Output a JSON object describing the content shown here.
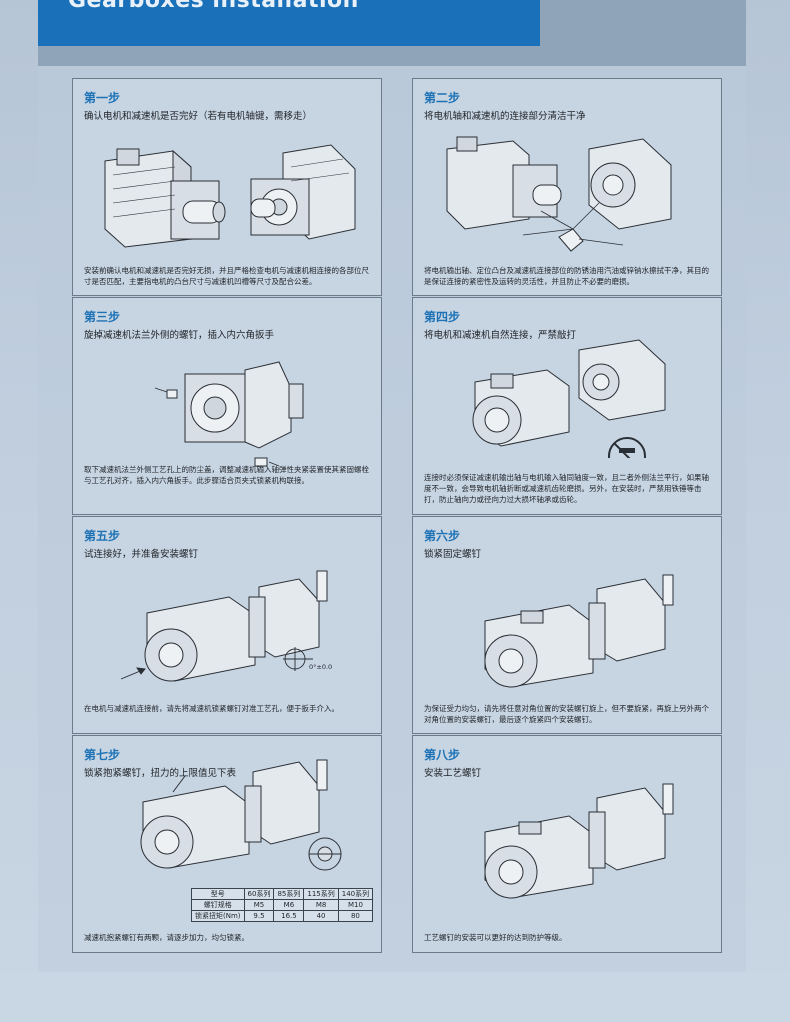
{
  "header": {
    "title": "Gearboxes installation",
    "accent_color": "#1a70b9"
  },
  "steps": [
    {
      "title": "第一步",
      "subtitle": "确认电机和减速机是否完好（若有电机轴键，需移走）",
      "note": "安装前确认电机和减速机是否完好无损，并且严格检查电机与减速机相连接的各部位尺寸是否匹配，主要指电机的凸台尺寸与减速机凹槽等尺寸及配合公差。"
    },
    {
      "title": "第二步",
      "subtitle": "将电机轴和减速机的连接部分清洁干净",
      "note": "将电机输出轴、定位凸台及减速机连接部位的防锈油用汽油或锌钠水擦拭干净，其目的是保证连接的紧密性及运转的灵活性，并且防止不必要的磨损。"
    },
    {
      "title": "第三步",
      "subtitle": "旋掉减速机法兰外侧的螺钉，插入内六角扳手",
      "note": "取下减速机法兰外侧工艺孔上的防尘盖，调整减速机输入轴弹性夹紧装置使其紧固螺栓与工艺孔对齐，插入内六角扳手。此步骤适合页夹式锁紧机构联接。"
    },
    {
      "title": "第四步",
      "subtitle": "将电机和减速机自然连接，严禁敲打",
      "note": "连接时必须保证减速机输出轴与电机输入轴同轴度一致，且二者外侧法兰平行，如果轴度不一致，会导致电机轴折断或减速机齿轮磨损。另外，在安装时，严禁用铁锤等击打，防止轴向力或径向力过大损坏轴承或齿轮。"
    },
    {
      "title": "第五步",
      "subtitle": "试连接好，并准备安装螺钉",
      "note": "在电机与减速机连接前，请先将减速机锁紧螺钉对准工艺孔，便于扳手介入。",
      "tolerance_label": "0°±0.0"
    },
    {
      "title": "第六步",
      "subtitle": "锁紧固定螺钉",
      "note": "为保证受力均匀，请先将任意对角位置的安装螺钉旋上，但不要旋紧，再旋上另外两个对角位置的安装螺钉，最后逐个旋紧四个安装螺钉。"
    },
    {
      "title": "第七步",
      "subtitle": "锁紧抱紧螺钉，扭力的上限值见下表",
      "note": "减速机抱紧螺钉有两颗，请逐步加力，均匀锁紧。"
    },
    {
      "title": "第八步",
      "subtitle": "安装工艺螺钉",
      "note": "工艺螺钉的安装可以更好的达到防护等级。"
    }
  ],
  "torque_table": {
    "header": [
      "型号",
      "60系列",
      "85系列",
      "115系列",
      "140系列"
    ],
    "rows": [
      [
        "螺钉规格",
        "M5",
        "M6",
        "M8",
        "M10"
      ],
      [
        "锁紧扭矩(Nm)",
        "9.5",
        "16.5",
        "40",
        "80"
      ]
    ]
  }
}
